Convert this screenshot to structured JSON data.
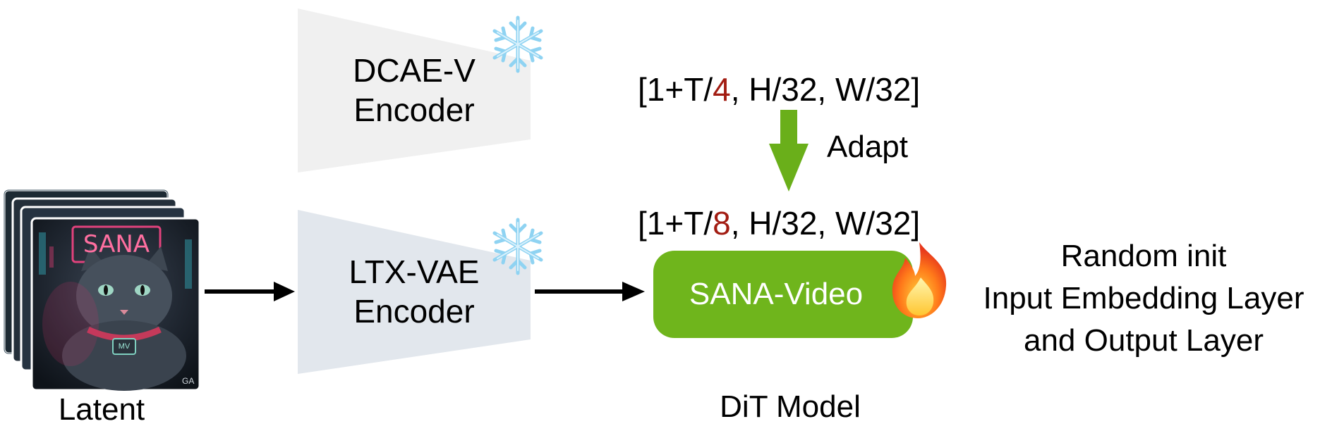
{
  "diagram": {
    "top_encoder": {
      "line1": "DCAE-V",
      "line2": "Encoder",
      "color": "#f0f0f0"
    },
    "bottom_encoder": {
      "line1": "LTX-VAE",
      "line2": "Encoder",
      "color": "#e2e7ed"
    },
    "shape_top": {
      "prefix": "[1+T/",
      "factor": "4",
      "suffix": ", H/32, W/32]"
    },
    "shape_bottom": {
      "prefix": "[1+T/",
      "factor": "8",
      "suffix": ", H/32, W/32]"
    },
    "factor_color": "#a21c12",
    "adapt_label": "Adapt",
    "adapt_arrow_color": "#6aaf1a",
    "dit_block": {
      "label": "SANA-Video",
      "color": "#6fb51c"
    },
    "dit_caption": "DiT Model",
    "note": {
      "line1": "Random init",
      "line2": "Input Embedding Layer",
      "line3": "and Output Layer"
    },
    "latent_label": "Latent",
    "latent_image_text": "SANA",
    "latent_corner_mark": "GA",
    "collar_tag": "MV",
    "icons": [
      "snowflake-icon",
      "snowflake-icon",
      "flame-icon"
    ]
  }
}
